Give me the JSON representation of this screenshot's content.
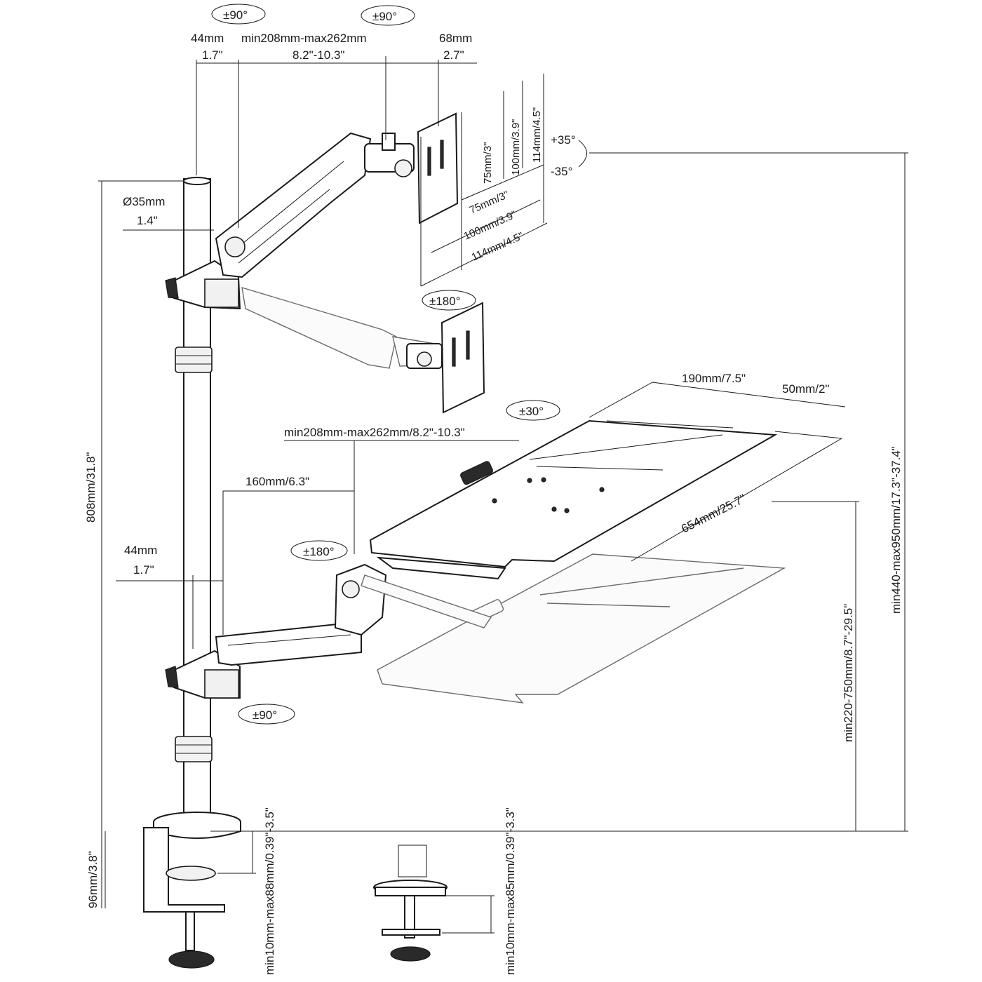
{
  "labels": {
    "rot_top_left": "±90°",
    "rot_top_mid": "±90°",
    "dim_44mm_top": "44mm",
    "dim_44in_top": "1.7\"",
    "dim_arm_mm_top": "min208mm-max262mm",
    "dim_arm_in_top": "8.2\"-10.3\"",
    "dim_68mm": "68mm",
    "dim_68in": "2.7\"",
    "vesa_v_100": "100mm/3.9\"",
    "vesa_v_114": "114mm/4.5\"",
    "vesa_v_75": "75mm/3\"",
    "vesa_h_75": "75mm/3\"",
    "vesa_h_100": "100mm/3.9\"",
    "vesa_h_114": "114mm/4.5\"",
    "tilt_plus": "+35°",
    "tilt_minus": "-35°",
    "pole_diam_mm": "Ø35mm",
    "pole_diam_in": "1.4\"",
    "rot_180_top": "±180°",
    "pole_height": "808mm/31.8\"",
    "total_height": "min440-max950mm/17.3\"-37.4\"",
    "tray_height": "min220-750mm/8.7\"-29.5\"",
    "tray_190": "190mm/7.5\"",
    "tray_50": "50mm/2\"",
    "tray_30": "±30°",
    "tray_arm": "min208mm-max262mm/8.2\"-10.3\"",
    "tray_160": "160mm/6.3\"",
    "tray_654": "654mm/25.7\"",
    "rot_180_tray": "±180°",
    "dim_44mm_low": "44mm",
    "dim_44in_low": "1.7\"",
    "rot_90_low": "±90°",
    "clamp_96": "96mm/3.8\"",
    "clamp_range": "min10mm-max88mm/0.39\"-3.5\"",
    "grommet_range": "min10mm-max85mm/0.39\"-3.3\""
  }
}
